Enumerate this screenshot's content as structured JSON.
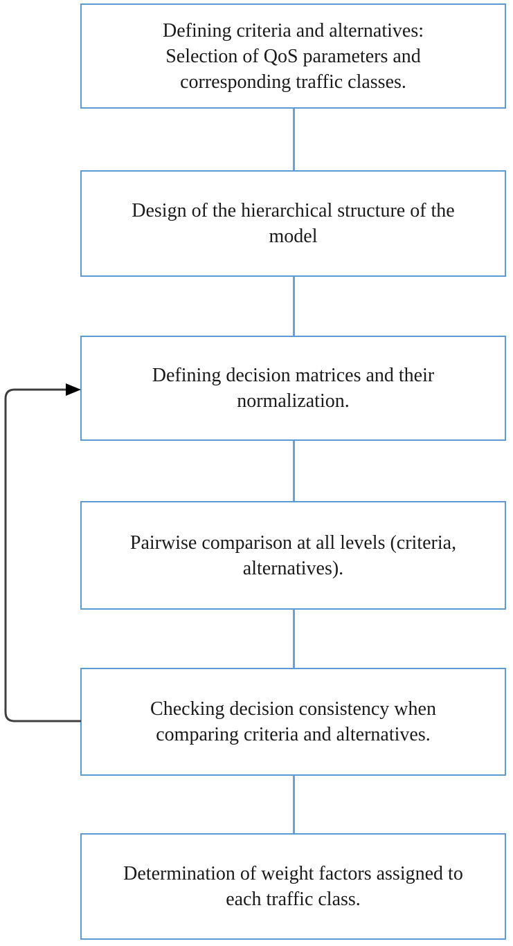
{
  "diagram": {
    "type": "flowchart",
    "steps": [
      {
        "label": "Defining criteria and alternatives:\nSelection of QoS parameters and\ncorresponding traffic classes."
      },
      {
        "label": "Design of the hierarchical structure of the\nmodel"
      },
      {
        "label": "Defining decision matrices and their\nnormalization."
      },
      {
        "label": "Pairwise comparison at all levels (criteria,\nalternatives)."
      },
      {
        "label": "Checking decision consistency when\ncomparing criteria and alternatives."
      },
      {
        "label": "Determination of weight factors assigned to\neach traffic class."
      }
    ],
    "connections": [
      {
        "from": 0,
        "to": 1,
        "style": "line"
      },
      {
        "from": 1,
        "to": 2,
        "style": "line"
      },
      {
        "from": 2,
        "to": 3,
        "style": "line"
      },
      {
        "from": 3,
        "to": 4,
        "style": "line"
      },
      {
        "from": 4,
        "to": 5,
        "style": "line"
      },
      {
        "from": 4,
        "to": 2,
        "style": "feedback-arrow-left-side"
      }
    ],
    "colors": {
      "box_border": "#5B9BD5",
      "connector_line": "#6F9FD6",
      "feedback_arrow": "#3F3F3F",
      "arrowhead": "#000000",
      "text": "#1A1A1A",
      "background": "#FFFFFF"
    }
  }
}
